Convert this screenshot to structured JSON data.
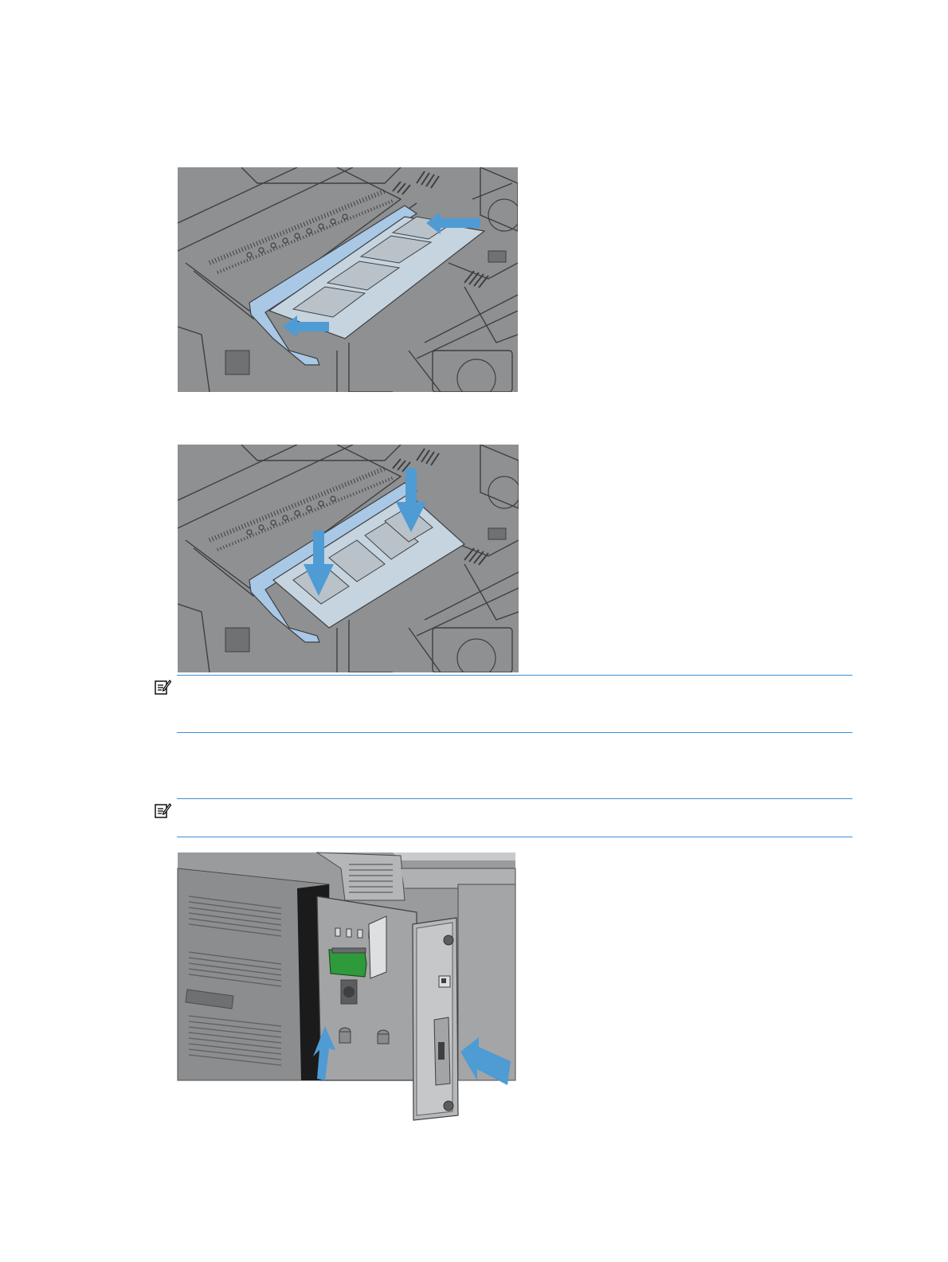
{
  "figures": [
    {
      "name": "memory-dimm-insert-figure",
      "arrows": 2
    },
    {
      "name": "memory-dimm-press-down-figure",
      "arrows": 2
    },
    {
      "name": "formatter-board-reinsert-figure",
      "arrows": 2
    }
  ],
  "notes": [
    {
      "icon": "note-icon",
      "text": ""
    },
    {
      "icon": "note-icon",
      "text": ""
    }
  ],
  "colors": {
    "board_gray": "#8e9092",
    "board_dark": "#6f7173",
    "line_dark": "#3e3f41",
    "highlight_blue": "#a9c8e6",
    "arrow_blue": "#4f9bd4",
    "rule_blue": "#3b8fd6",
    "printer_gray": "#9a9b9d",
    "pcb_green": "#2f9a3b"
  }
}
